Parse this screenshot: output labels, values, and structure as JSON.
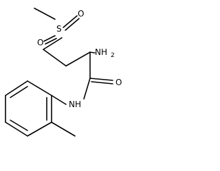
{
  "molecule": {
    "atoms": {
      "sulfur": "S",
      "sulfonyl_oxygen_1": "O",
      "sulfonyl_oxygen_2": "O",
      "amine": {
        "element": "NH",
        "subscript": "2"
      },
      "carbonyl_oxygen": "O",
      "amide_nitrogen": "NH"
    }
  }
}
